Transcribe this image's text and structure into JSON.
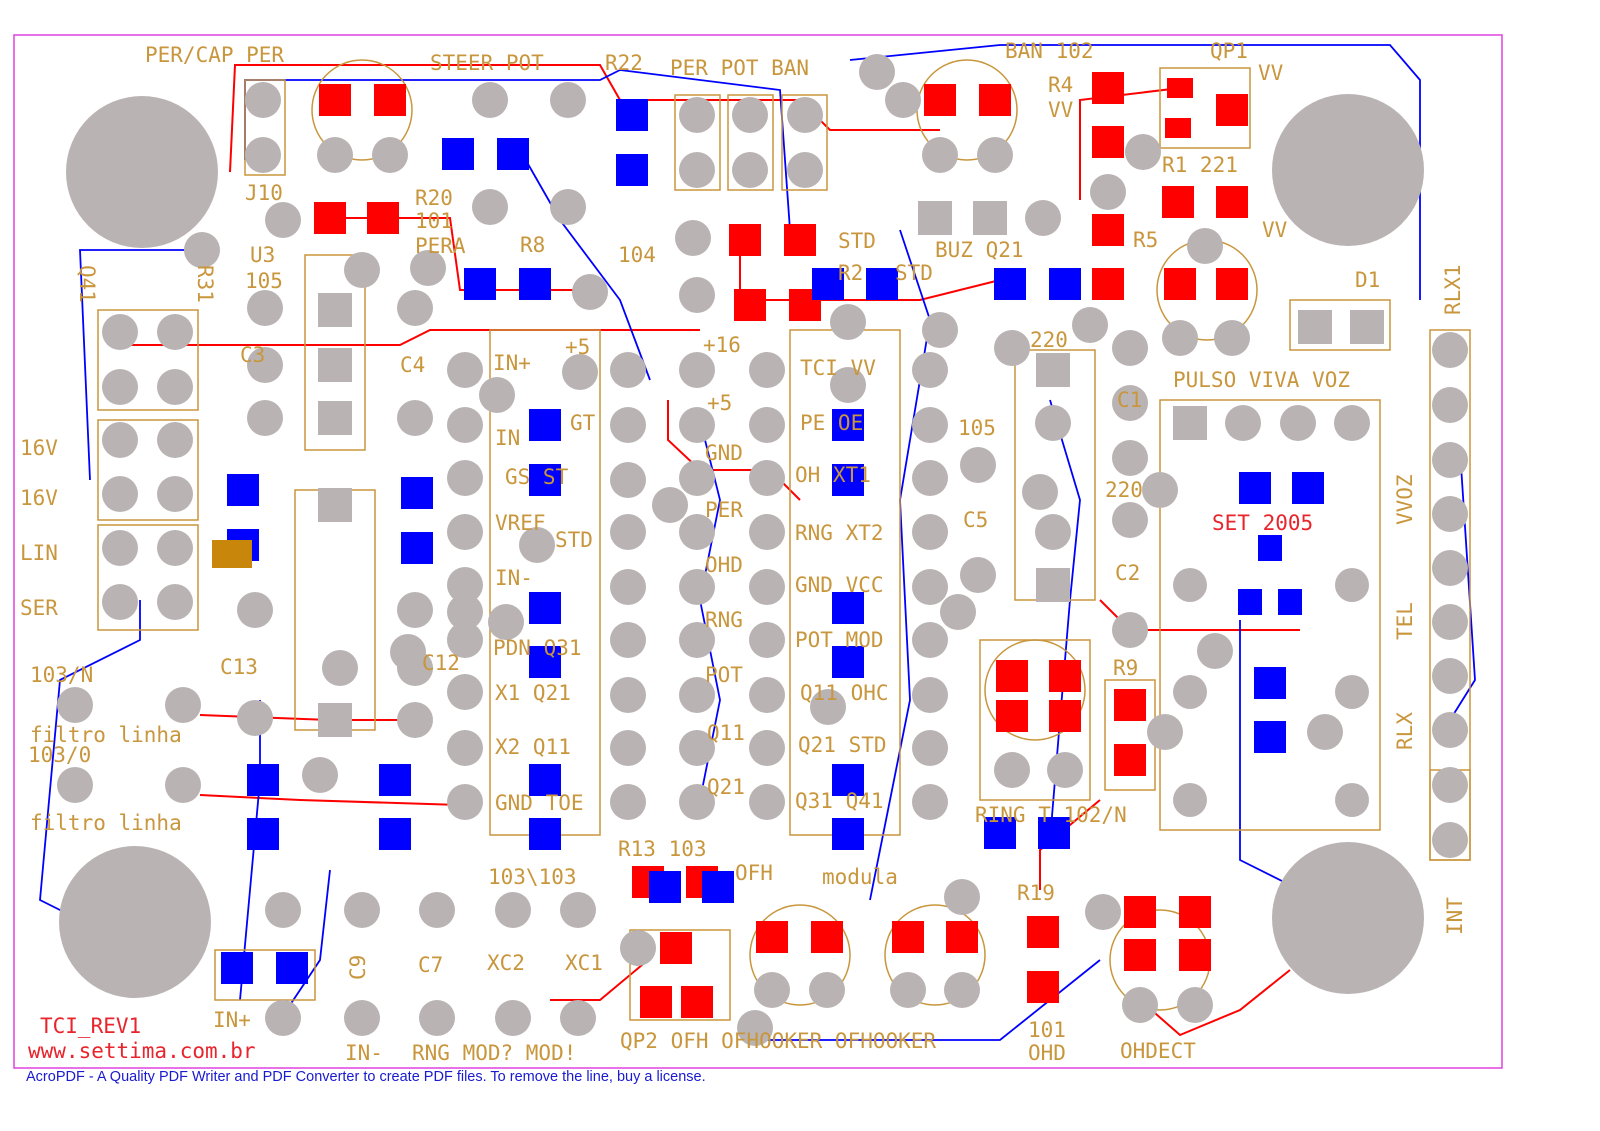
{
  "colors": {
    "border": "#e040e0",
    "silkscreen": "#c8963c",
    "top_copper": "#ff0000",
    "bottom_copper": "#0000ff",
    "pad": "#bab3b3",
    "brand_text": "#e8242c",
    "footer_text": "#1a1ad0"
  },
  "board": {
    "title": "TCI_REV1",
    "website": "www.settima.com.br",
    "revision_note": "SET 2005",
    "labels": [
      "PER/CAP PER",
      "STEER POT",
      "R22",
      "PER POT BAN",
      "BAN 102",
      "QP1",
      "VV",
      "R4",
      "VV",
      "J10",
      "R20",
      "101",
      "PERA",
      "R8",
      "104",
      "U3",
      "105",
      "R1 221",
      "R5",
      "VV",
      "STD",
      "R2",
      "STD",
      "BUZ Q21",
      "D1",
      "RLX1",
      "16V",
      "16V",
      "LIN",
      "SER",
      "C3",
      "C4",
      "IN+",
      "+5",
      "+16",
      "+5",
      "GND",
      "PER",
      "OHD",
      "RNG",
      "POT",
      "Q11",
      "Q21",
      "TCI VV",
      "PE OE",
      "OH XT1",
      "RNG XT2",
      "GND VCC",
      "POT MOD",
      "Q11 OHC",
      "Q21 STD",
      "Q31 Q41",
      "GT",
      "IN",
      "GS ST",
      "VREF",
      "STD",
      "IN-",
      "PDN Q31",
      "X1 Q21",
      "X2 Q11",
      "GND TOE",
      "220",
      "C1",
      "105",
      "C5",
      "220",
      "C2",
      "PULSO VIVA VOZ",
      "VVOZ",
      "TEL",
      "RLX",
      "INT",
      "103/N",
      "filtro linha",
      "103/0",
      "filtro linha",
      "C13",
      "C12",
      "R9",
      "RING T 102/N",
      "R13 103",
      "OFH",
      "103\\103",
      "modula",
      "R19",
      "C9",
      "C7",
      "XC2",
      "XC1",
      "IN+",
      "IN-",
      "RNG MOD? MOD!",
      "QP2 OFH OFHOOKER OFHOOKER",
      "101",
      "OHD",
      "OHDECT",
      "Q41",
      "R31"
    ]
  },
  "footer": "AcroPDF - A Quality PDF Writer and PDF Converter to create PDF files. To remove the line, buy a license."
}
